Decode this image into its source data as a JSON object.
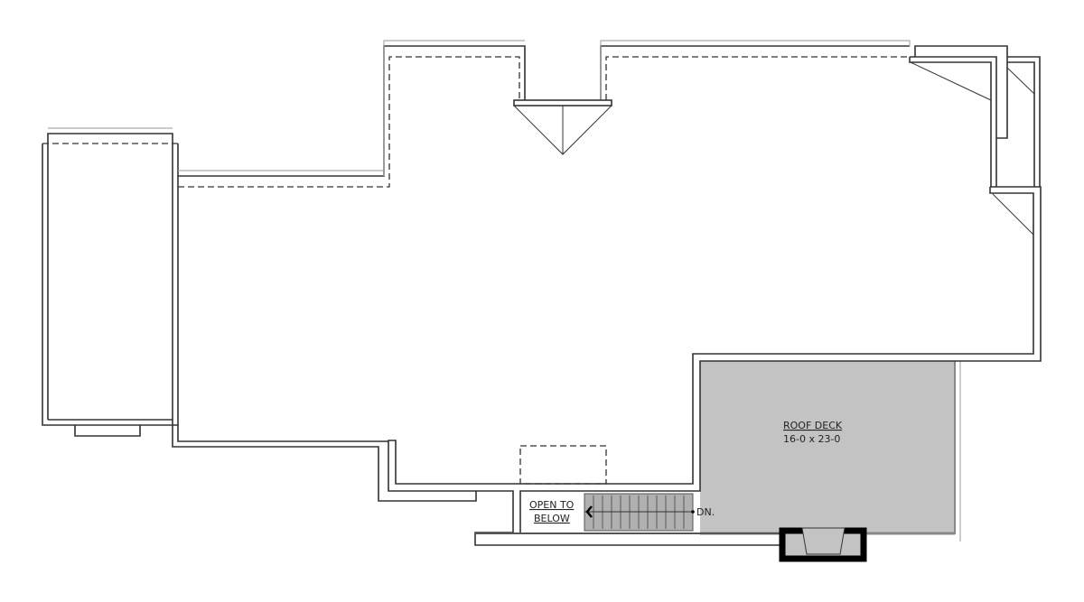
{
  "plan": {
    "rooms": [
      {
        "name": "ROOF DECK",
        "size": "16-0 x 23-0"
      }
    ],
    "open_to_below": {
      "line1": "OPEN TO",
      "line2": "BELOW"
    },
    "stair_label": "DN.",
    "colors": {
      "deck_fill": "#c3c3c3",
      "stair_fill": "#b0b0b0",
      "wall": "#333333"
    }
  }
}
